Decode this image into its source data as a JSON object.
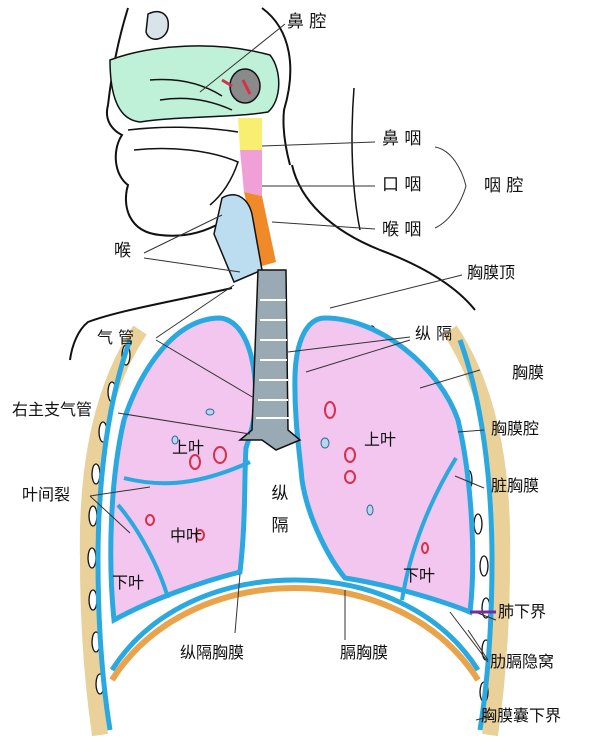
{
  "labels": {
    "nasal_cavity": "鼻 腔",
    "nasopharynx": "鼻 咽",
    "oropharynx": "口 咽",
    "laryngopharynx": "喉 咽",
    "pharynx": "咽 腔",
    "larynx": "喉",
    "cervical_pleura": "胸膜顶",
    "trachea": "气 管",
    "mediastinum_top": "纵 隔",
    "mediastinum_center_1": "纵",
    "mediastinum_center_2": "隔",
    "pleura": "胸膜",
    "right_main_bronchus": "右主支气管",
    "upper_lobe_right": "上叶",
    "upper_lobe_left": "上叶",
    "pleural_cavity": "胸膜腔",
    "visceral_pleura": "脏胸膜",
    "fissure": "叶间裂",
    "middle_lobe": "中叶",
    "lower_lobe_right": "下叶",
    "lower_lobe_left": "下叶",
    "lung_lower_border": "肺下界",
    "costodiaphragmatic_recess": "肋膈隐窝",
    "mediastinal_pleura": "纵隔胸膜",
    "diaphragmatic_pleura": "膈胸膜",
    "pleura_lower_border": "胸膜囊下界"
  },
  "colors": {
    "lung_fill": "#f2c6ee",
    "pleura_blue": "#2aa8e0",
    "rib_tan": "#e9d199",
    "nasal_green": "#bff0d8",
    "nasopharynx_yellow": "#f8ee70",
    "oropharynx_pink": "#ef8fd0",
    "laryngopharynx_orange": "#f08a28",
    "trachea_gray": "#9aaab4",
    "vessel_red": "#d8304a",
    "leader_purple": "#7a2aa0"
  }
}
